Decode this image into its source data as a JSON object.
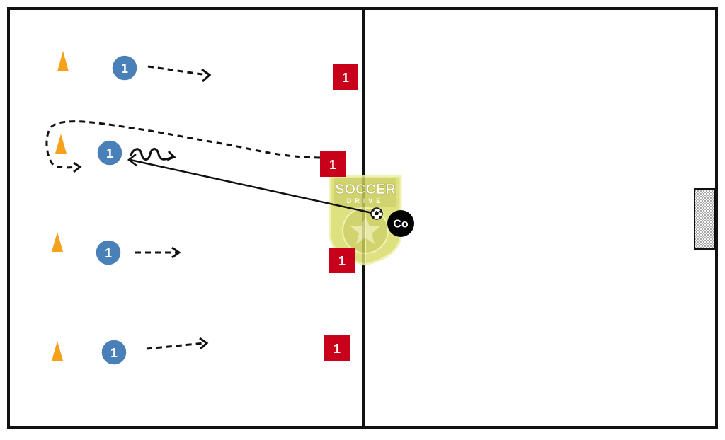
{
  "colors": {
    "field_line": "#111111",
    "cone": "#f5a11c",
    "blue_player": "#4a80b8",
    "red_player": "#c8001a",
    "coach": "#000000",
    "logo_fill": "#d8dc6a",
    "logo_stroke": "#eef0a8",
    "logo_text": "#ffffff",
    "arrow": "#111111"
  },
  "icons": {
    "cone": "cone-icon",
    "ball": "soccer-ball-icon",
    "goal": "goal-net-icon",
    "logo": "soccer-drive-shield-logo"
  },
  "blue_players": [
    {
      "label": "1"
    },
    {
      "label": "1"
    },
    {
      "label": "1"
    },
    {
      "label": "1"
    }
  ],
  "red_players": [
    {
      "label": "1"
    },
    {
      "label": "1"
    },
    {
      "label": "1"
    },
    {
      "label": "1"
    }
  ],
  "coach": {
    "label": "Co"
  },
  "logo": {
    "line1": "SOCCER",
    "line2": "DRIVE"
  }
}
